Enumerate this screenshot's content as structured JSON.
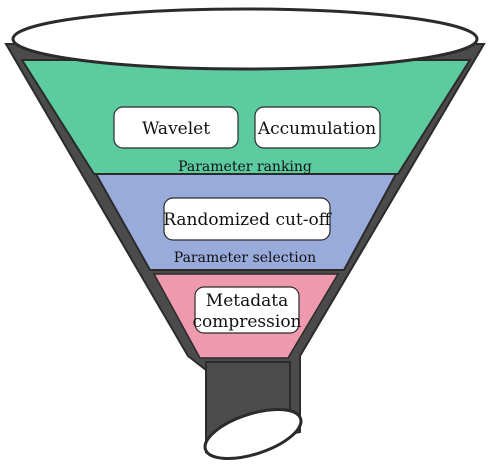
{
  "stages": [
    {
      "label": "Parameter ranking",
      "color": "#5ccb9f",
      "boxes": [
        "Wavelet",
        "Accumulation"
      ]
    },
    {
      "label": "Parameter selection",
      "color": "#99abdb",
      "boxes": [
        "Randomized cut-off"
      ]
    },
    {
      "label": "",
      "color": "#ee99ad",
      "boxes": [
        "Metadata",
        "compression"
      ]
    }
  ],
  "colors": {
    "funnel_body": "#4b4b4b",
    "outline": "#2b2b2b",
    "box_fill": "#ffffff"
  }
}
